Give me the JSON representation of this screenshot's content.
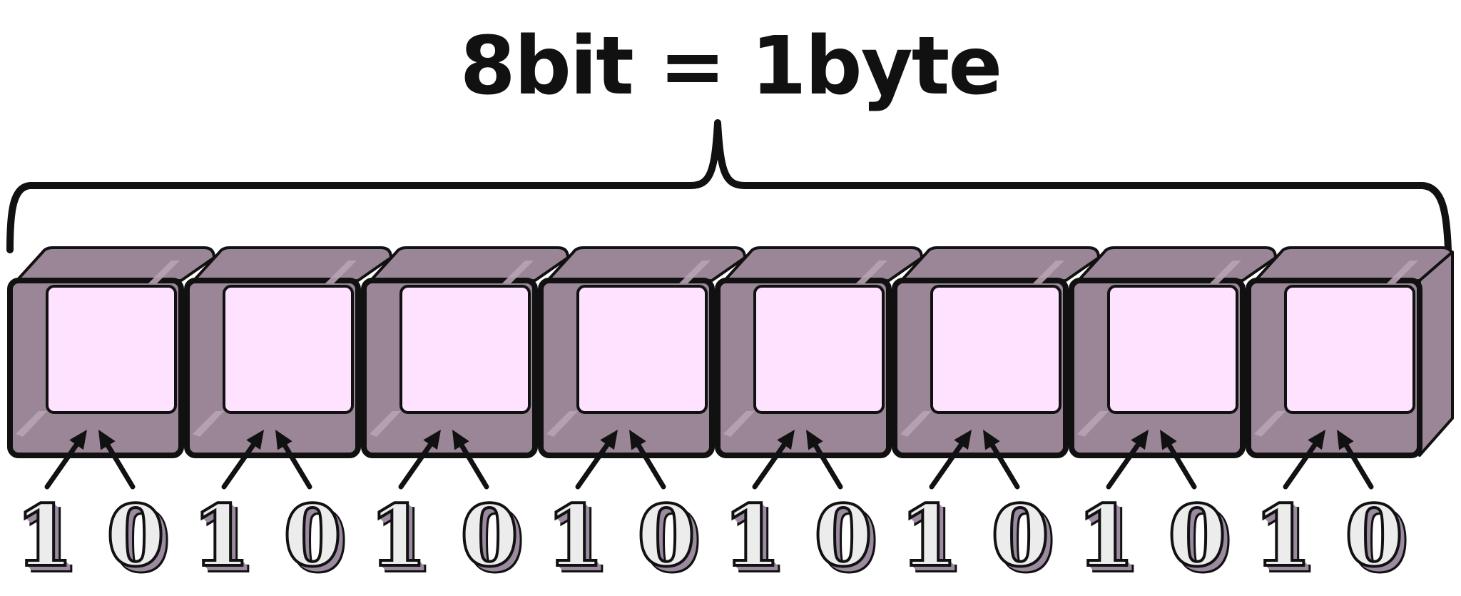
{
  "title": "8bit = 1byte",
  "digit_labels": [
    "1",
    "0",
    "1",
    "0",
    "1",
    "0",
    "1",
    "0",
    "1",
    "0",
    "1",
    "0",
    "1",
    "0",
    "1",
    "0"
  ],
  "colors": {
    "frame": "#9a8696",
    "frame_light": "#b7a3b3",
    "inner": "#ffe2ff",
    "outline": "#111111",
    "digit_face": "#ececec",
    "digit_shadow": "#9c8aa0"
  }
}
